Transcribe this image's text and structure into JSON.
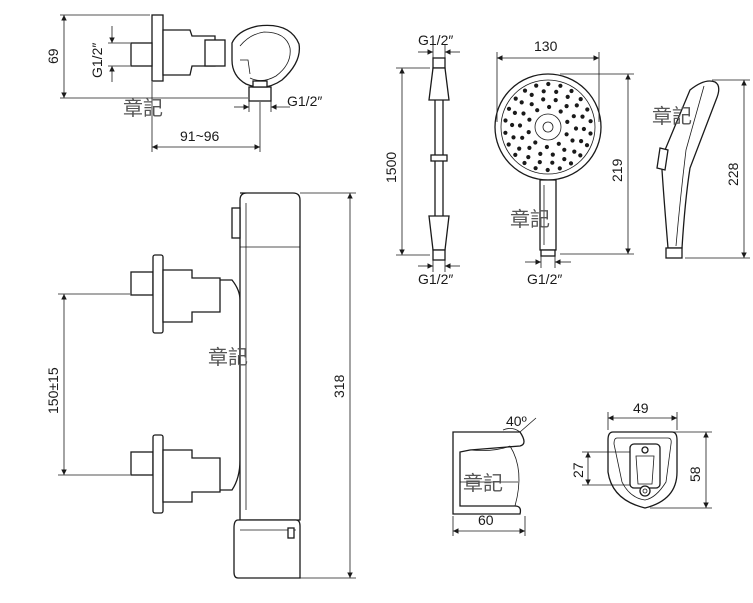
{
  "top_view": {
    "dim_height": "69",
    "dim_thread_left": "G1/2″",
    "dim_thread_bottom": "G1/2″",
    "dim_width": "91~96"
  },
  "front_view": {
    "dim_spacing": "150±15",
    "dim_height": "318"
  },
  "hose": {
    "dim_top_thread": "G1/2″",
    "dim_length": "1500",
    "dim_bottom_thread": "G1/2″"
  },
  "handshower": {
    "dim_diameter": "130",
    "dim_length": "219",
    "dim_thread": "G1/2″",
    "dim_side_length": "228"
  },
  "bracket_side": {
    "dim_angle": "40º",
    "dim_depth": "60"
  },
  "bracket_front": {
    "dim_width": "49",
    "dim_height_small": "27",
    "dim_height": "58"
  },
  "watermark": {
    "text": "章記"
  }
}
